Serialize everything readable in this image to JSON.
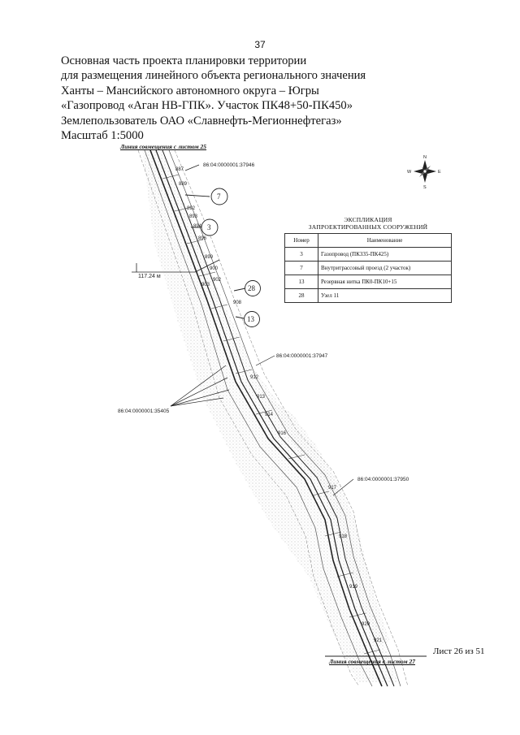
{
  "page_number": "37",
  "title_lines": [
    "Основная часть проекта планировки территории",
    "для размещения линейного объекта регионального значения",
    "Ханты – Мансийского автономного округа – Югры",
    "«Газопровод «Аган НВ-ГПК». Участок ПК48+50-ПК450»",
    "Землепользователь ОАО «Славнефть-Мегионнефтегаз»",
    "Масштаб 1:5000"
  ],
  "map": {
    "link_top": "Линия совмещения с листом 25",
    "link_bottom": "Линия совмещения с листом 27",
    "parcels": [
      "86:04:0000001:37946",
      "86:04:0000001:37947",
      "86:04:0000001:35405",
      "86:04:0000001:37950"
    ],
    "elevation": "117.24 м",
    "callouts": [
      "7",
      "3",
      "28",
      "13"
    ],
    "station_numbers": [
      "887",
      "889",
      "892",
      "893",
      "894",
      "896",
      "899",
      "900",
      "902",
      "903",
      "908",
      "912",
      "913",
      "914",
      "916",
      "917",
      "918",
      "919",
      "920",
      "921"
    ],
    "compass": {
      "n": "N",
      "s": "S",
      "w": "W",
      "e": "E"
    }
  },
  "legend": {
    "title_lines": [
      "ЭКСПЛИКАЦИЯ",
      "ЗАПРОЕКТИРОВАННЫХ СООРУЖЕНИЙ"
    ],
    "headers": [
      "Номер",
      "Наименование"
    ],
    "rows": [
      {
        "num": "3",
        "name": "Газопровод (ПК335-ПК425)"
      },
      {
        "num": "7",
        "name": "Внутритрассовый проезд (2 участок)"
      },
      {
        "num": "13",
        "name": "Резервная нитка ПК0-ПК10+15"
      },
      {
        "num": "28",
        "name": "Узел 11"
      }
    ]
  },
  "sheet_label": "Лист 26 из 51"
}
